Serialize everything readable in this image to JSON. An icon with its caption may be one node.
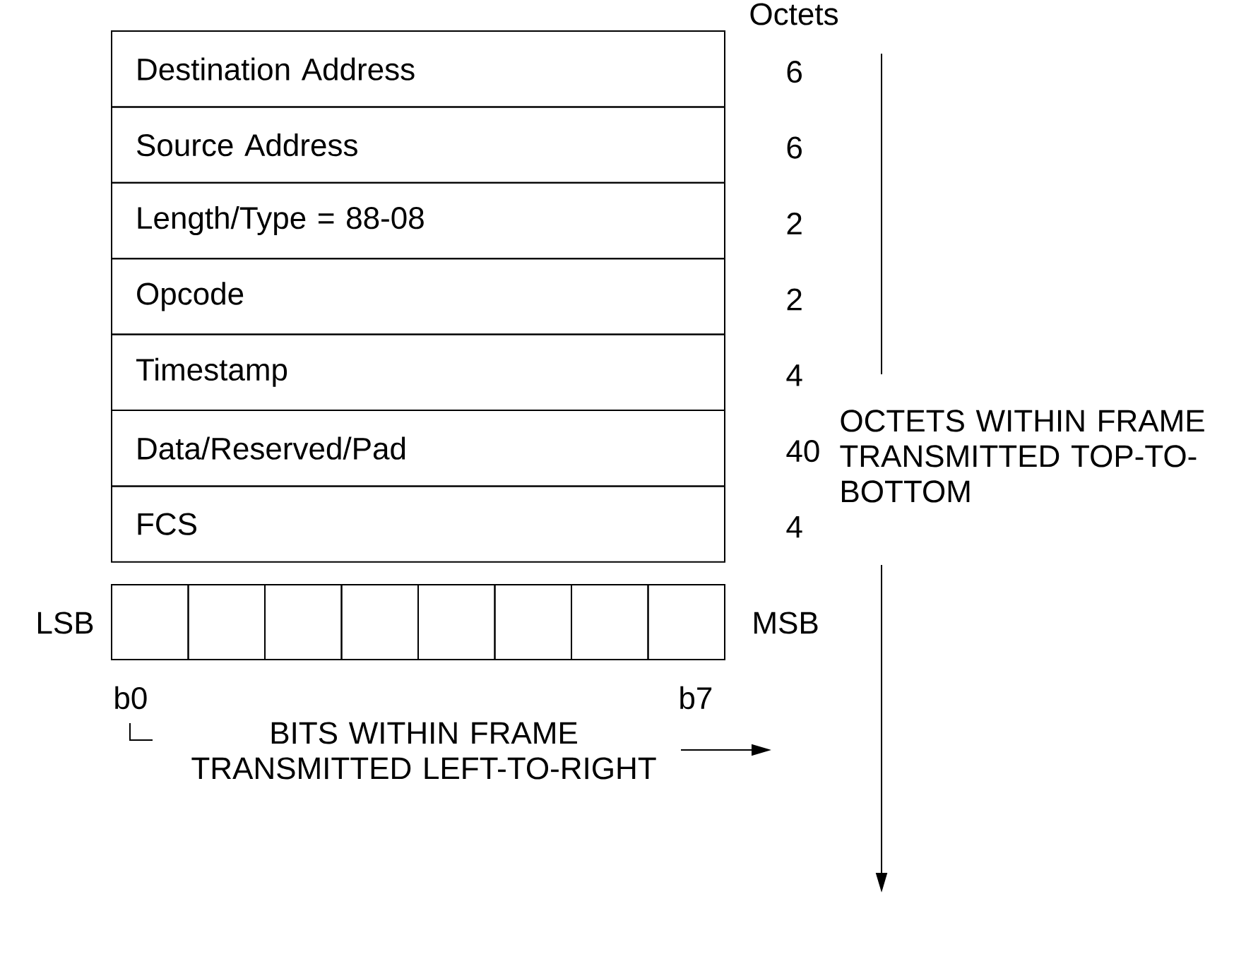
{
  "diagram": {
    "nodes": [
      {
        "text": [
          "Destination Address"
        ],
        "beside": [
          "6"
        ]
      },
      {
        "text": [
          "Source Address"
        ],
        "beside": [
          "6"
        ]
      },
      {
        "text": [
          "Length/Type = 88-08"
        ],
        "beside": [
          "2"
        ]
      },
      {
        "text": [
          "Opcode"
        ],
        "beside": [
          "2"
        ]
      },
      {
        "text": [
          "Timestamp"
        ],
        "beside": [
          "4"
        ]
      },
      {
        "text": [
          "Data/Reserved/Pad"
        ],
        "beside": [
          "40"
        ]
      },
      {
        "text": [
          "FCS"
        ],
        "beside": [
          "4"
        ]
      },
      {
        "text": [],
        "shape": "box"
      },
      {
        "text": [],
        "shape": "box"
      },
      {
        "text": [],
        "shape": "box"
      },
      {
        "text": [],
        "shape": "box"
      },
      {
        "text": [],
        "shape": "box"
      },
      {
        "text": [],
        "shape": "box"
      },
      {
        "text": [],
        "shape": "box"
      },
      {
        "text": [],
        "shape": "box"
      }
    ],
    "edges": [],
    "labels": [
      "Octets",
      "OCTETS WITHIN FRAME TRANSMITTED TOP-TO-BOTTOM",
      "LSB",
      "MSB",
      "b0",
      "b7",
      "BITS WITHIN FRAME TRANSMITTED LEFT-TO-RIGHT"
    ]
  }
}
